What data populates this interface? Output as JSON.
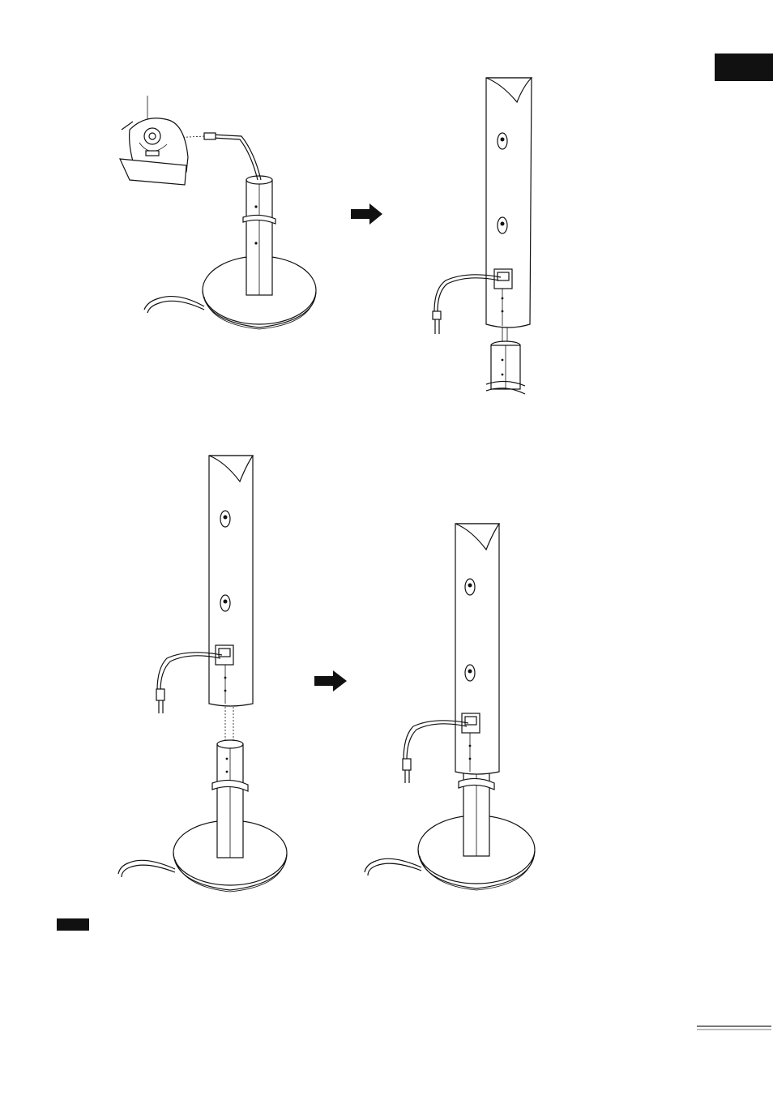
{
  "page": {
    "tab_icon": "section-tab-marker",
    "note_icon": "note-label-marker",
    "continued_icon": "continued-rule"
  },
  "figures": [
    {
      "name": "step-1-attach-cable-to-stand",
      "arrow_icon": "arrow-right-icon"
    },
    {
      "name": "step-2-mount-speaker-on-stand",
      "arrow_icon": "arrow-right-icon"
    }
  ]
}
